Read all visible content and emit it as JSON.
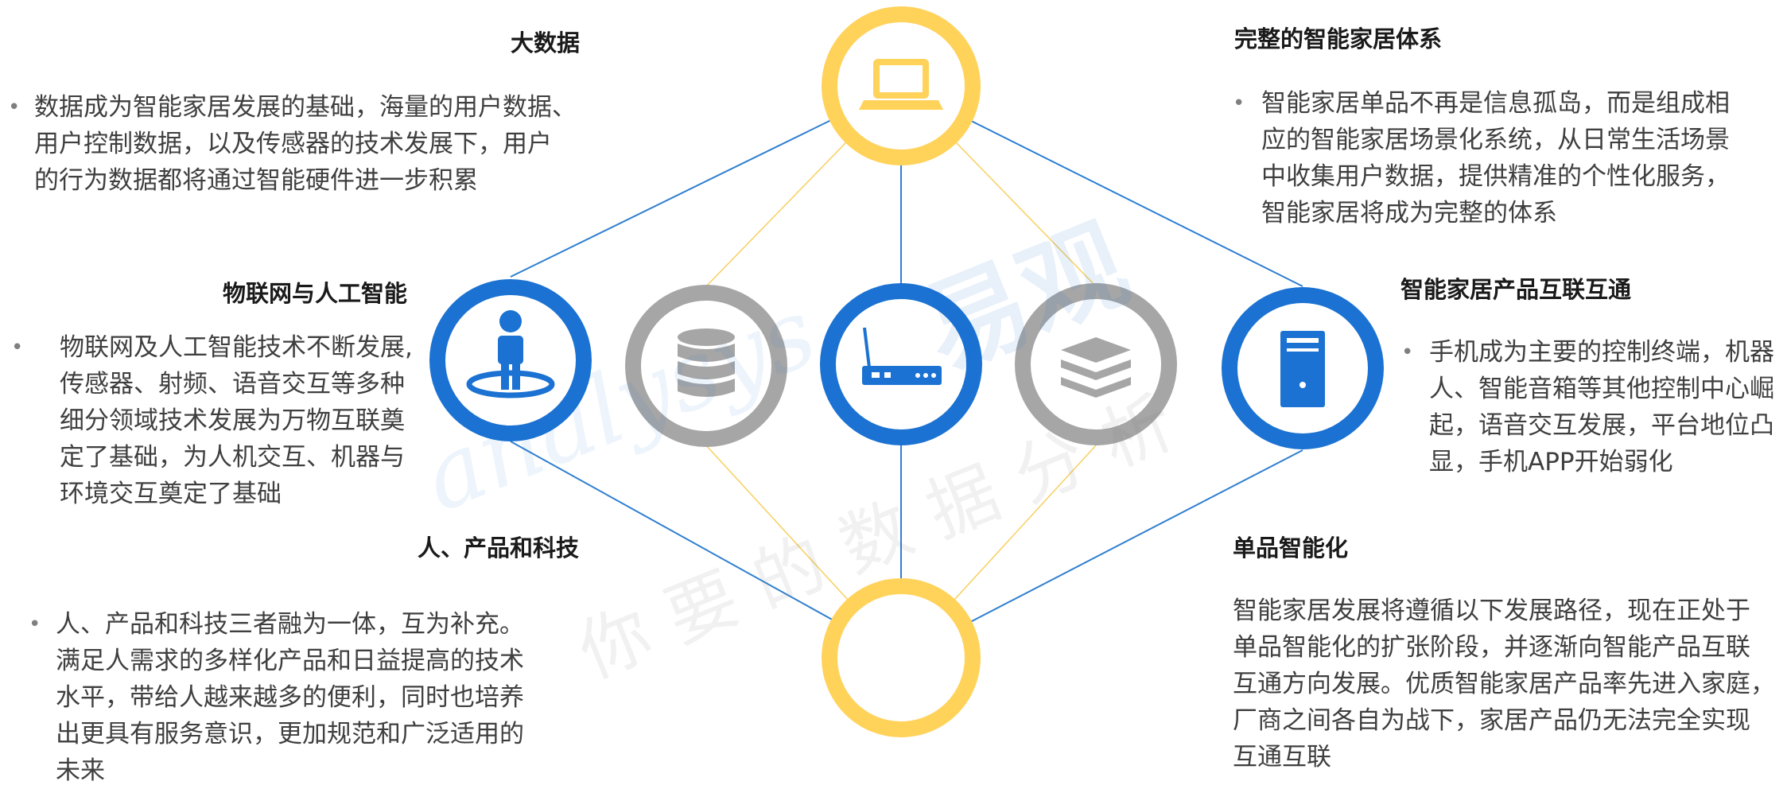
{
  "watermark": {
    "brand_cn": "易观",
    "brand_en": "analysys",
    "slogan": "你要的数据分析"
  },
  "colors": {
    "yellow": "#FFD25A",
    "blue": "#1B72D2",
    "gray": "#A6A6A6",
    "line_blue": "#2F7FD0",
    "line_yellow": "#F7CF5E"
  },
  "nodes": [
    {
      "name": "top-node",
      "color": "yellow",
      "icon": "laptop-icon"
    },
    {
      "name": "left-node",
      "color": "blue",
      "icon": "person-icon"
    },
    {
      "name": "inner-left-node",
      "color": "gray",
      "icon": "database-icon"
    },
    {
      "name": "center-node",
      "color": "blue",
      "icon": "router-icon"
    },
    {
      "name": "inner-right-node",
      "color": "gray",
      "icon": "layers-icon"
    },
    {
      "name": "right-node",
      "color": "blue",
      "icon": "server-icon"
    },
    {
      "name": "bottom-node",
      "color": "yellow",
      "icon": ""
    }
  ],
  "sections": {
    "big_data": {
      "title": "大数据",
      "lines": [
        "数据成为智能家居发展的基础，海量的用户数据、",
        "用户控制数据，以及传感器的技术发展下，用户",
        "的行为数据都将通过智能硬件进一步积累"
      ]
    },
    "iot_ai": {
      "title": "物联网与人工智能",
      "lines": [
        "物联网及人工智能技术不断发展,",
        "传感器、射频、语音交互等多种",
        "细分领域技术发展为万物互联奠",
        "定了基础，为人机交互、机器与",
        "环境交互奠定了基础"
      ]
    },
    "people_products_tech": {
      "title": "人、产品和科技",
      "lines": [
        "人、产品和科技三者融为一体，互为补充。",
        "满足人需求的多样化产品和日益提高的技术",
        "水平，带给人越来越多的便利，同时也培养",
        "出更具有服务意识，更加规范和广泛适用的",
        "未来"
      ]
    },
    "complete_system": {
      "title": "完整的智能家居体系",
      "lines": [
        "智能家居单品不再是信息孤岛，而是组成相",
        "应的智能家居场景化系统，从日常生活场景",
        "中收集用户数据，提供精准的个性化服务，",
        "智能家居将成为完整的体系"
      ]
    },
    "interconnection": {
      "title": "智能家居产品互联互通",
      "lines": [
        "手机成为主要的控制终端，机器",
        "人、智能音箱等其他控制中心崛",
        "起，语音交互发展，平台地位凸",
        "显，手机APP开始弱化"
      ]
    },
    "single_product": {
      "title": "单品智能化",
      "lines": [
        "智能家居发展将遵循以下发展路径，现在正处于",
        "单品智能化的扩张阶段，并逐渐向智能产品互联",
        "互通方向发展。优质智能家居产品率先进入家庭，",
        "厂商之间各自为战下，家居产品仍无法完全实现",
        "互通互联"
      ]
    },
    "bullet_symbol": "•"
  }
}
